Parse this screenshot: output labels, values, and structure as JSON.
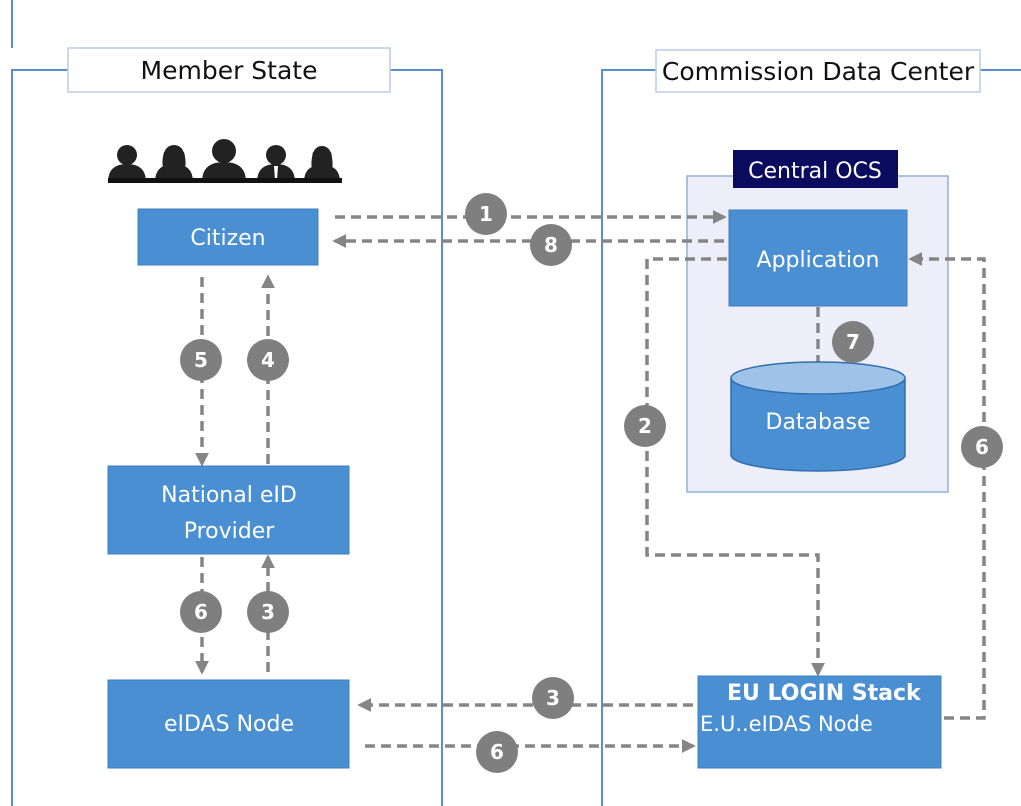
{
  "member_state": {
    "title": "Member State"
  },
  "commission": {
    "title": "Commission Data Center"
  },
  "central_ocs": {
    "title": "Central OCS"
  },
  "boxes": {
    "citizen": "Citizen",
    "national_eid_line1": "National eID",
    "national_eid_line2": "Provider",
    "eidas_node": "eIDAS Node",
    "application": "Application",
    "database": "Database",
    "eu_login_line1": "EU LOGIN Stack",
    "eu_login_line2": "E.U..eIDAS Node"
  },
  "steps": {
    "s1": "1",
    "s2": "2",
    "s3_left": "3",
    "s3_bottom": "3",
    "s4": "4",
    "s5": "5",
    "s6_left": "6",
    "s6_bottom": "6",
    "s6_right": "6",
    "s7": "7",
    "s8": "8"
  },
  "colors": {
    "box": "#4a8fd2",
    "box_border": "#3d7fc0",
    "frame": "#5b8fc9",
    "ocs_bg": "#eeeefa",
    "ocs_title_bg": "#0a0a5e",
    "step_circle": "#7f7f7f",
    "arrow": "#858585"
  }
}
